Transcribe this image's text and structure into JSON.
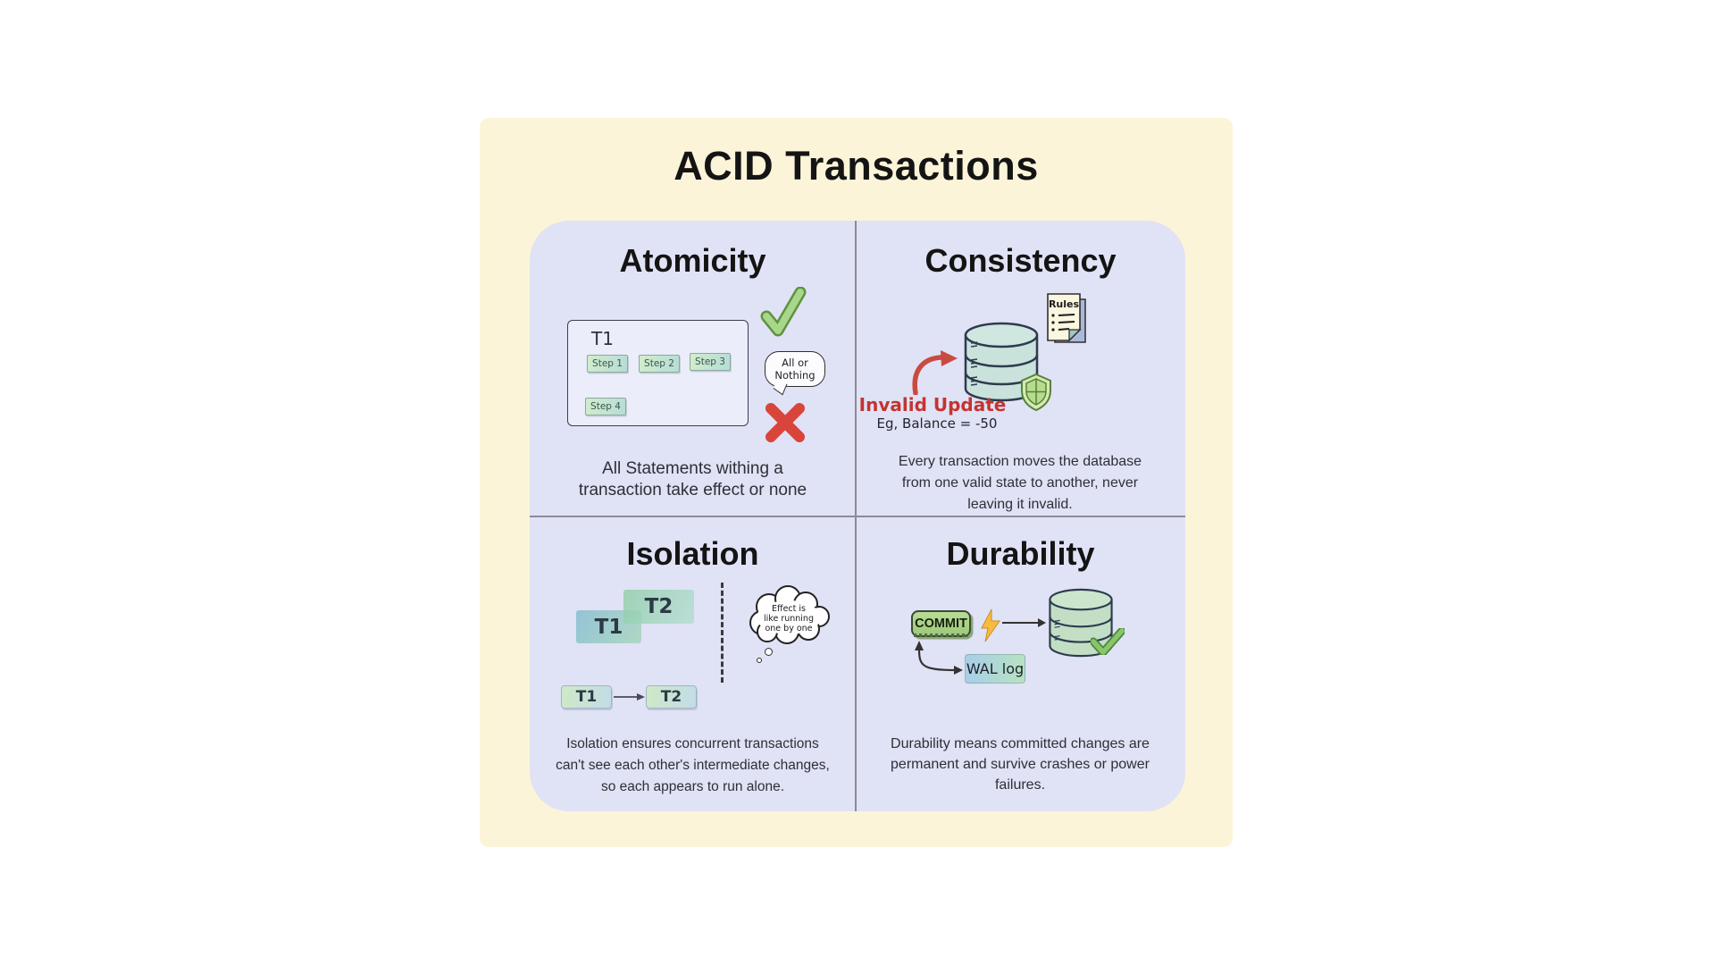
{
  "page": {
    "title": "ACID Transactions"
  },
  "quadrants": {
    "atomicity": {
      "heading": "Atomicity",
      "transaction_label": "T1",
      "steps": [
        "Step 1",
        "Step 2",
        "Step 3",
        "Step 4"
      ],
      "bubble": {
        "line1": "All or",
        "line2": "Nothing"
      },
      "caption": {
        "line1": "All Statements withing a",
        "line2": "transaction take effect or none"
      }
    },
    "consistency": {
      "heading": "Consistency",
      "rules_label": "Rules",
      "invalid_label": "Invalid Update",
      "example_label": "Eg, Balance = -50",
      "caption": {
        "line1": "Every transaction moves the database",
        "line2": "from one valid state to another, never",
        "line3": "leaving it invalid."
      }
    },
    "isolation": {
      "heading": "Isolation",
      "overlap_t1": "T1",
      "overlap_t2": "T2",
      "cloud": {
        "line1": "Effect is",
        "line2": "like running",
        "line3": "one by one"
      },
      "sequence_t1": "T1",
      "sequence_t2": "T2",
      "caption": {
        "line1": "Isolation ensures concurrent transactions",
        "line2": "can't see each other's intermediate changes,",
        "line3": "so each appears to run alone."
      }
    },
    "durability": {
      "heading": "Durability",
      "commit_label": "COMMIT",
      "wal_label": "WAL log",
      "caption": {
        "line1": "Durability means committed changes are",
        "line2": "permanent and survive crashes or power",
        "line3": "failures."
      }
    }
  },
  "colors": {
    "background": "#ffffff",
    "poster_bg": "#fcf4d8",
    "panel_bg": "#e0e2f5",
    "divider": "#8b8b97",
    "heading_text": "#141414",
    "caption_text": "#2e2f38",
    "success_green": "#a8d78b",
    "error_red": "#d9453a",
    "invalid_red": "#c43430",
    "db_teal": "#c9e2db",
    "db_green": "#c2dfc6",
    "shield_green": "#b7dc8b",
    "commit_green": "#aad389",
    "bolt_yellow": "#f8bb3d",
    "wal_blue": "#a8cee9",
    "wal_green": "#b7e2c1",
    "chip_green": "#d2edcb",
    "chip_teal": "#b7dcd8"
  }
}
